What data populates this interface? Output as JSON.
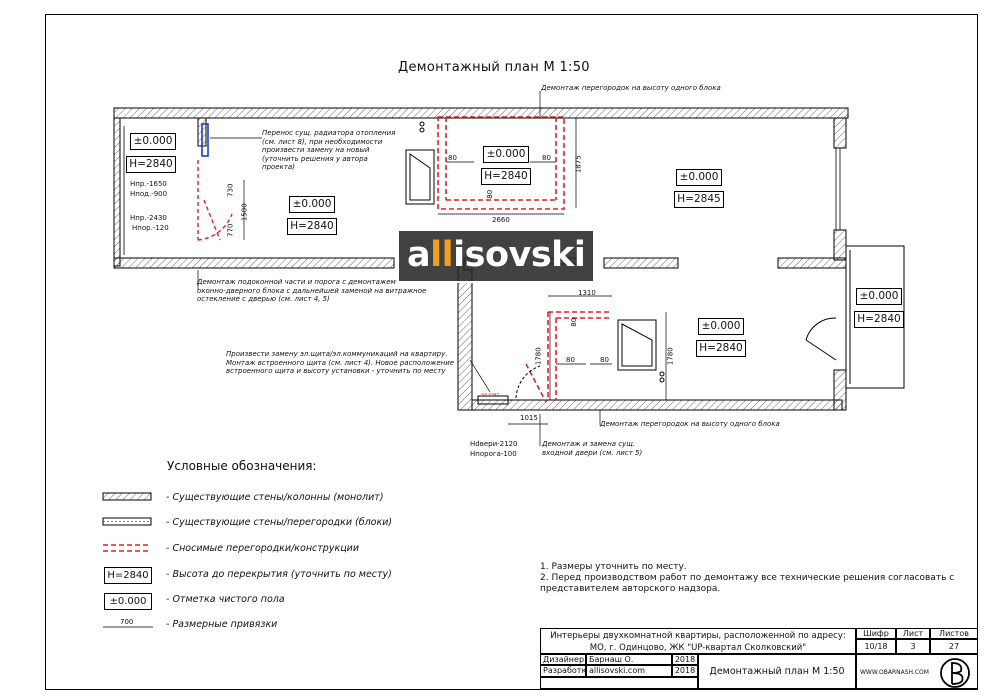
{
  "title": "Демонтажный план М 1:50",
  "level_labels": {
    "r1_level": "±0.000",
    "r1_height": "H=2840",
    "r2_level": "±0.000",
    "r2_height": "H=2840",
    "r3_level": "±0.000",
    "r3_height": "H=2840",
    "r4_level": "±0.000",
    "r4_height": "H=2845",
    "r5_level": "±0.000",
    "r5_height": "H=2840",
    "r6_level": "±0.000",
    "r6_height": "H=2840"
  },
  "dimensions": {
    "d80a": "80",
    "d80b": "80",
    "d80c": "80",
    "d80d": "80",
    "d80e": "80",
    "d80f": "80",
    "d1875": "1875",
    "d2660": "2660",
    "d1310": "1310",
    "d1780a": "1780",
    "d1780b": "1780",
    "d730": "730",
    "d1500": "1500",
    "d770": "770",
    "d1015": "1015"
  },
  "window_marks": {
    "npr1": "Нпр.-1650",
    "npod": "Нпод.-900",
    "npr2": "Нпр.-2430",
    "npor": "Нпор.-120"
  },
  "door_marks": {
    "ndv": "Нdвери-2120",
    "npor": "Нпорога-100"
  },
  "annotations": {
    "radiator": [
      "Перенос сущ. радиатора отопления",
      "(см. лист 8), при необходимости",
      "произвести замену на новый",
      "(уточнить решения у автора",
      "проекта)"
    ],
    "partitions_top": "Демонтаж перегородок на высоту одного блока",
    "partitions_bottom": "Демонтаж перегородок на высоту одного блока",
    "sill": [
      "Демонтаж подоконной части и порога с демонтажем",
      "оконно-дверного блока с дальнейшей заменой на витражное",
      "остекление с дверью (см. лист 4, 5)"
    ],
    "shield": [
      "Произвести замену эл.щита/эл.коммуникаций на квартиру.",
      "Монтаж встроенного щита (см. лист 4). Новое расположение",
      "встроенного щита и высоту установки - уточнить по месту"
    ],
    "door": [
      "Демонтаж и замена сущ.",
      "входной двери (см. лист 5)"
    ],
    "shield_tag": "эл.щит"
  },
  "legend": {
    "title": "Условные обозначения:",
    "items": [
      "- Существующие стены/колонны (монолит)",
      "- Существующие стены/перегородки (блоки)",
      "- Сносимые перегородки/конструкции",
      "- Высота до перекрытия (уточнить по месту)",
      "- Отметка чистого пола",
      "- Размерные привязки"
    ],
    "sample_height": "H=2840",
    "sample_level": "±0.000",
    "sample_dim": "700"
  },
  "notes": [
    "1.  Размеры уточнить по месту.",
    "2.  Перед производством работ по демонтажу все технические решения согласовать с",
    "     представителем авторского надзора."
  ],
  "titleblock": {
    "project_line1": "Интерьеры двухкомнатной квартиры, расположенной по адресу:",
    "project_line2": "МО, г. Одинцово, ЖК \"UP-квартал Сколковский\"",
    "designer_label": "Дизайнер",
    "designer_name": "Барнаш О.",
    "designer_year": "2018",
    "dev_label": "Разработка",
    "dev_name": "allisovski.com",
    "dev_year": "2018",
    "sheet_title": "Демонтажный план М 1:50",
    "code_label": "Шифр",
    "code_value": "10/18",
    "sheet_label": "Лист",
    "sheet_value": "3",
    "sheets_label": "Листов",
    "sheets_value": "27",
    "website": "WWW.OBARNASH.COM"
  },
  "watermark": {
    "part1": "a",
    "part2": "ll",
    "part3": "isovski"
  }
}
